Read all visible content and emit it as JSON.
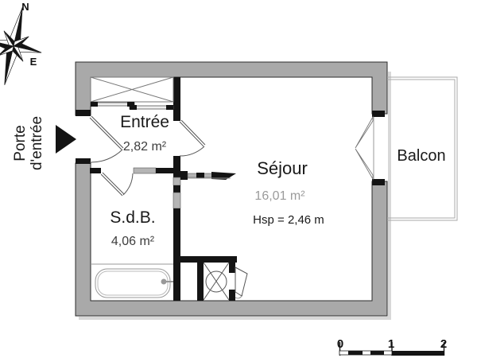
{
  "rooms": {
    "entree": {
      "name": "Entrée",
      "area": "2,82 m²"
    },
    "sejour": {
      "name": "Séjour",
      "area": "16,01 m²",
      "ceiling_height": "Hsp = 2,46 m"
    },
    "sdb": {
      "name": "S.d.B.",
      "area": "4,06 m²"
    },
    "balcon": {
      "name": "Balcon"
    }
  },
  "annotations": {
    "entry_door": "Porte d'entrée"
  },
  "compass": {
    "north": "N",
    "east": "E"
  },
  "scale_bar": {
    "ticks": [
      "0",
      "1",
      "2"
    ]
  },
  "colors": {
    "wall_gray": "#a9a9a9",
    "partition_gray": "#b5b5b5",
    "line_black": "#141414",
    "muted_text": "#9b9b9b"
  }
}
